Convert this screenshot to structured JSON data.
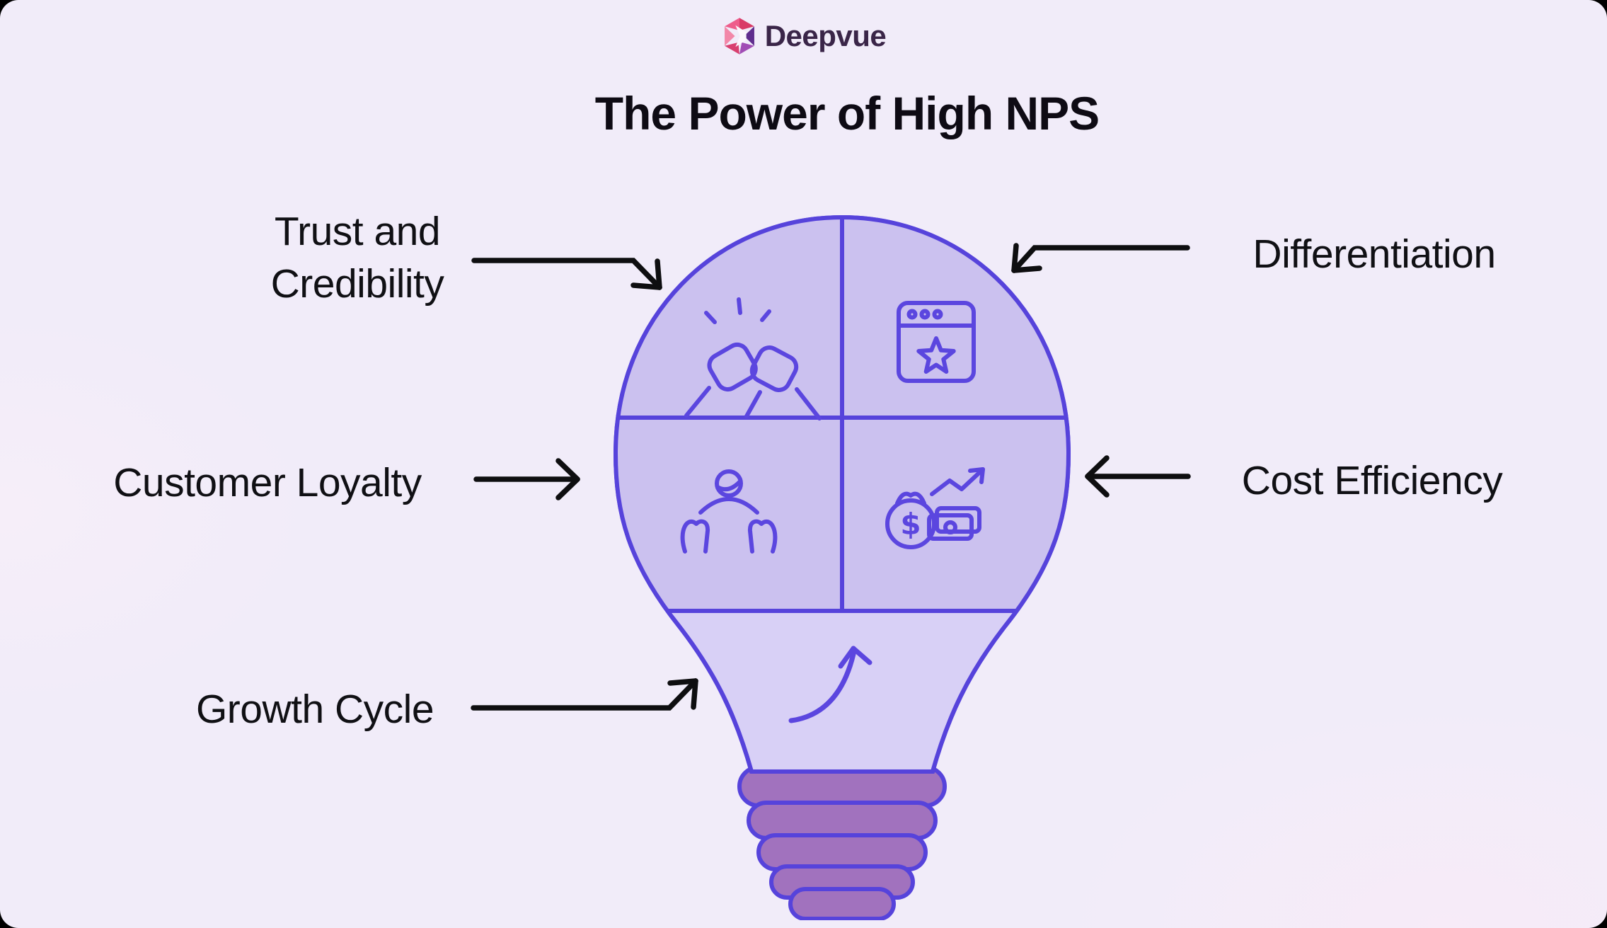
{
  "page": {
    "background_color": "#f1ecf9",
    "frame_color": "#000000"
  },
  "header": {
    "brand": "Deepvue",
    "title": "The Power of High NPS",
    "logo_icon": "deepvue-hexagon-logo",
    "brand_color": "#3a2548",
    "logo_colors": [
      "#e8486e",
      "#d93a67",
      "#5f2d8e",
      "#a14cb5",
      "#d84070",
      "#f287a8"
    ]
  },
  "bulb": {
    "glass_fill": "#d8d0f6",
    "quadrant_fill": "#cbc1ef",
    "outline_color": "#5643db",
    "icon_color": "#5b46df",
    "base_fill": "#a172be",
    "quadrants": [
      {
        "position": "top-left",
        "icon": "fist-bump-icon",
        "meaning": "Trust and Credibility"
      },
      {
        "position": "top-right",
        "icon": "browser-star-icon",
        "meaning": "Differentiation"
      },
      {
        "position": "bottom-left",
        "icon": "person-care-icon",
        "meaning": "Customer Loyalty"
      },
      {
        "position": "bottom-right",
        "icon": "money-growth-icon",
        "meaning": "Cost Efficiency"
      }
    ],
    "neck_icon": "growth-curve-arrow-icon",
    "dollar_glyph": "$"
  },
  "labels": [
    {
      "id": "trust",
      "text": "Trust and Credibility"
    },
    {
      "id": "differentiation",
      "text": "Differentiation"
    },
    {
      "id": "customer-loyalty",
      "text": "Customer Loyalty"
    },
    {
      "id": "cost-efficiency",
      "text": "Cost Efficiency"
    },
    {
      "id": "growth-cycle",
      "text": "Growth Cycle"
    }
  ],
  "annotation": {
    "arrow_color": "#0e0e10"
  }
}
